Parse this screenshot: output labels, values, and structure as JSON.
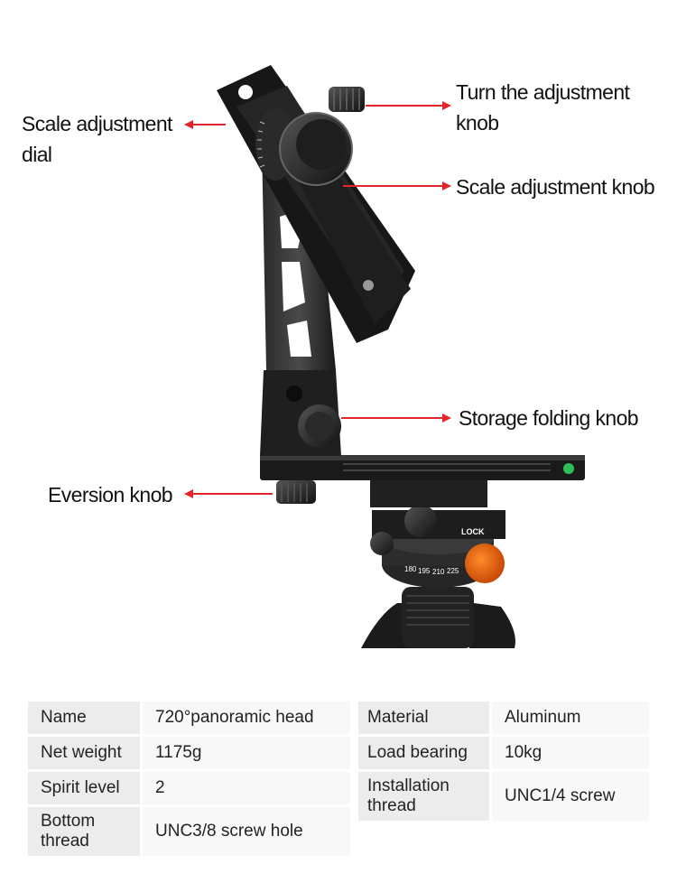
{
  "callouts": {
    "scale_dial_line1": "Scale adjustment",
    "scale_dial_line2": "dial",
    "turn_knob_line1": "Turn the adjustment",
    "turn_knob_line2": "knob",
    "scale_knob": "Scale adjustment knob",
    "storage_knob": "Storage folding knob",
    "eversion_knob": "Eversion knob"
  },
  "photo": {
    "lock_text": "LOCK",
    "scale_numbers": [
      "180",
      "195",
      "210",
      "225"
    ]
  },
  "colors": {
    "arrow": "#e3262a",
    "bracket": "#1e1e1e",
    "accent": "#e8620c"
  },
  "specs": [
    {
      "label": "Name",
      "value": "720°panoramic head"
    },
    {
      "label": "Material",
      "value": "Aluminum"
    },
    {
      "label": "Net weight",
      "value": "1175g"
    },
    {
      "label": "Load bearing",
      "value": "10kg"
    },
    {
      "label": "Spirit level",
      "value": "2"
    },
    {
      "label": "Installation thread",
      "value": "UNC1/4 screw"
    },
    {
      "label": "Bottom thread",
      "value": "UNC3/8 screw hole"
    }
  ]
}
